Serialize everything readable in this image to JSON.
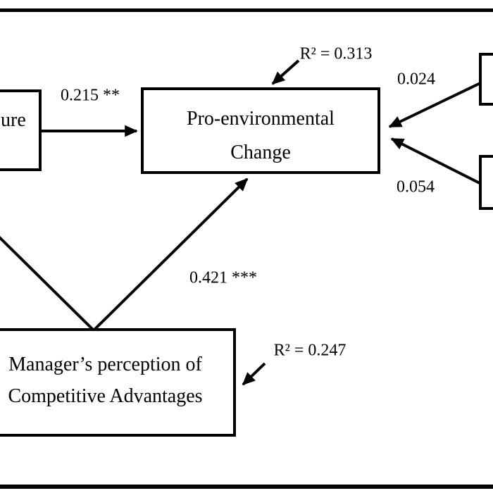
{
  "diagram": {
    "type": "sem-path-diagram",
    "nodes": {
      "left_partial": {
        "visible_label_fragment": "ure"
      },
      "pec": {
        "line1": "Pro-environmental",
        "line2": "Change",
        "r2_label": "R² = 0.313"
      },
      "mpca": {
        "line1": "Manager’s perception of",
        "line2": "Competitive Advantages",
        "r2_label": "R² = 0.247"
      },
      "top_right_partial": {
        "visible_label_fragment": ""
      },
      "bottom_right_partial": {
        "visible_label_fragment": ""
      }
    },
    "coefficients": {
      "left_to_pec": "0.215 **",
      "top_right_to_pec": "0.024",
      "bottom_right_to_pec": "0.054",
      "mpca_to_pec": "0.421 ***"
    },
    "colors": {
      "ink": "#000000",
      "background": "#ffffff"
    }
  }
}
